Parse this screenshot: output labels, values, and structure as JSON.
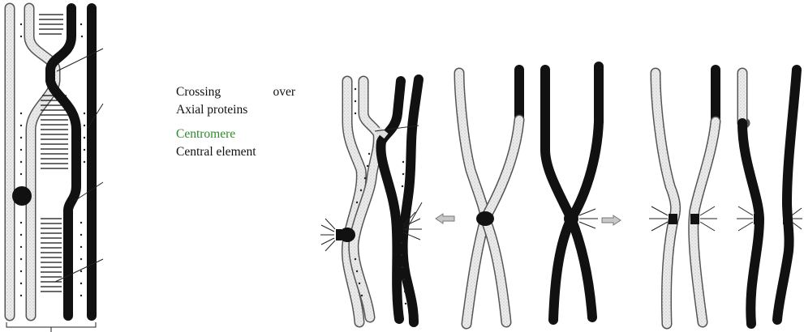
{
  "labels": {
    "crossing": [
      "Crossing",
      "over"
    ],
    "axial": "Axial proteins",
    "centromere": "Centromere",
    "central": "Central element"
  },
  "colors": {
    "centromere_label": "#2e8b2e",
    "light_chromatid": "#e6e6e6",
    "dark_chromatid": "#111111"
  },
  "icons": {
    "centromere": "black-disc-icon",
    "kinetochore": "spiky-burst-icon",
    "pulling_arrow": "gray-arrow-icon"
  }
}
